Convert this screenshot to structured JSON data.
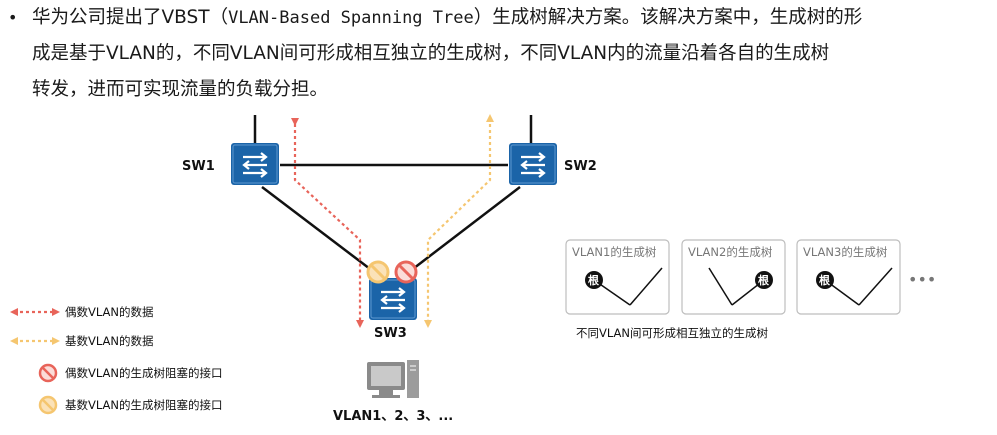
{
  "paragraph": {
    "bullet": "•",
    "line1_a": "华为公司提出了VBST（",
    "line1_mono": "VLAN-Based Spanning Tree",
    "line1_b": "）生成树解决方案。该解决方案中，生成树的形",
    "line2": "成是基于VLAN的，不同VLAN间可形成相互独立的生成树，不同VLAN内的流量沿着各自的生成树",
    "line3": "转发，进而可实现流量的负载分担。"
  },
  "diagram": {
    "switches": [
      "SW1",
      "SW2",
      "SW3"
    ],
    "pc_label": "VLAN1、2、3、...",
    "legend": [
      {
        "text": "偶数VLAN的数据",
        "color": "#e8645a"
      },
      {
        "text": "基数VLAN的数据",
        "color": "#f5c670"
      },
      {
        "text": "偶数VLAN的生成树阻塞的接口",
        "color": "#e8645a"
      },
      {
        "text": "基数VLAN的生成树阻塞的接口",
        "color": "#f5c670"
      }
    ],
    "trees": [
      "VLAN1的生成树",
      "VLAN2的生成树",
      "VLAN3的生成树"
    ],
    "root_label": "根",
    "ellipsis": "•••",
    "trees_caption": "不同VLAN间可形成相互独立的生成树",
    "switch_color": "#1b64a8"
  }
}
